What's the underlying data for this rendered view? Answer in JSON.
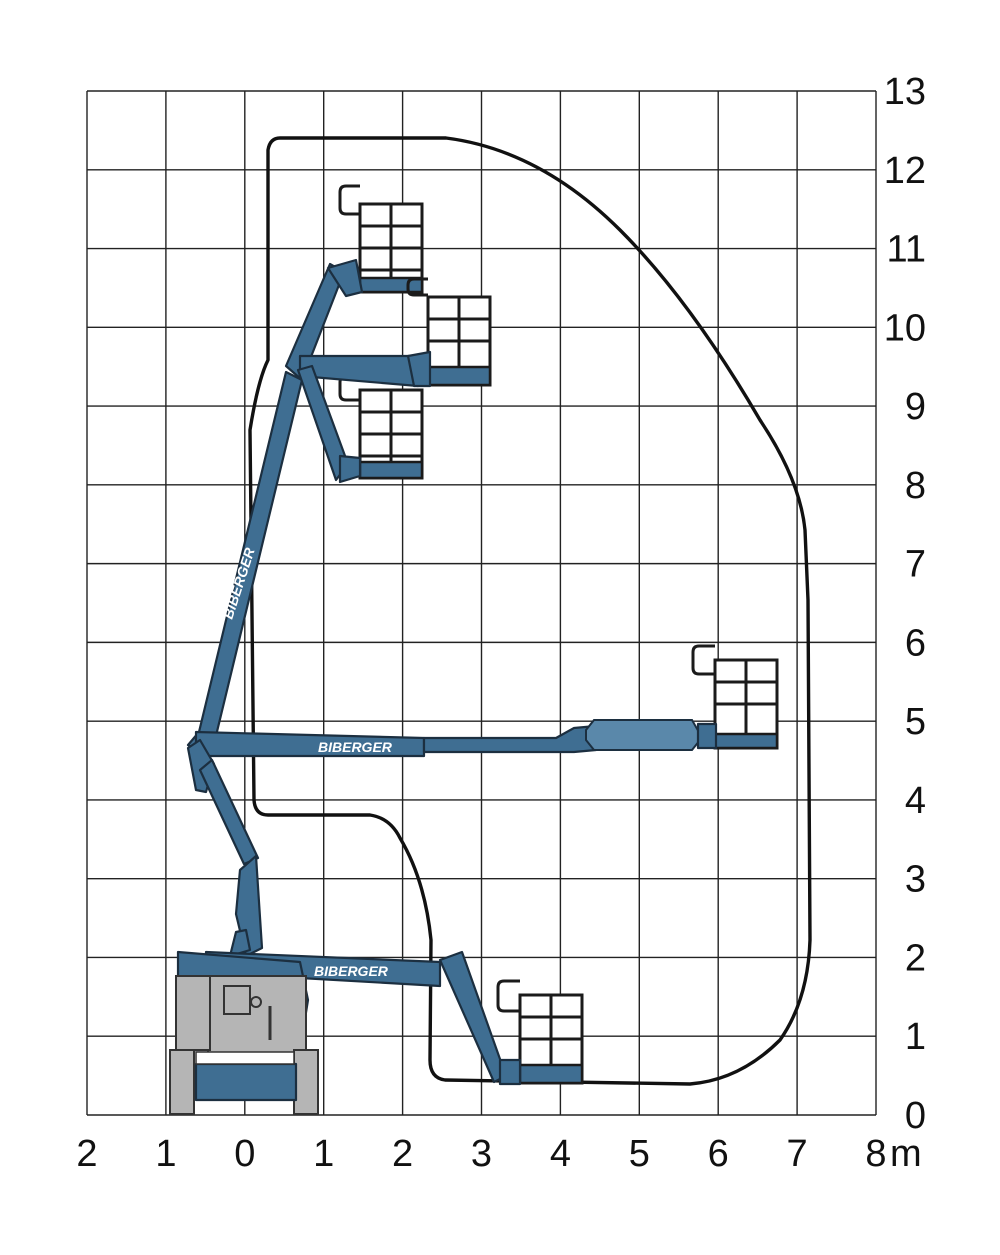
{
  "diagram": {
    "y_ticks": [
      "0",
      "1",
      "2",
      "3",
      "4",
      "5",
      "6",
      "7",
      "8",
      "9",
      "10",
      "11",
      "12",
      "13"
    ],
    "x_ticks": [
      "2",
      "1",
      "0",
      "1",
      "2",
      "3",
      "4",
      "5",
      "6",
      "7",
      "8"
    ],
    "unit": "m",
    "brand_labels": [
      "BIBERGER",
      "BIBERGER",
      "BIBERGER"
    ],
    "colors": {
      "boom": "#3f6e92",
      "envelope": "#111111",
      "grid": "#222222",
      "chassis": "#b5b5b5"
    }
  }
}
